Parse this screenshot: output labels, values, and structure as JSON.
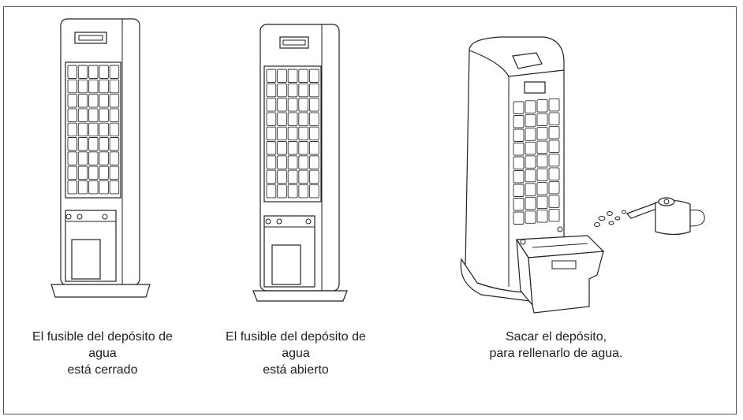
{
  "panels": [
    {
      "caption_lines": [
        "El fusible del depósito de",
        "agua",
        "está cerrado"
      ],
      "icon": "air-cooler-tank-latch-closed"
    },
    {
      "caption_lines": [
        "El fusible del depósito de",
        "agua",
        "está abierto"
      ],
      "icon": "air-cooler-tank-latch-open"
    },
    {
      "caption_lines": [
        "Sacar el depósito,",
        "para rellenarlo de agua."
      ],
      "icon": "air-cooler-refill-tank"
    }
  ]
}
